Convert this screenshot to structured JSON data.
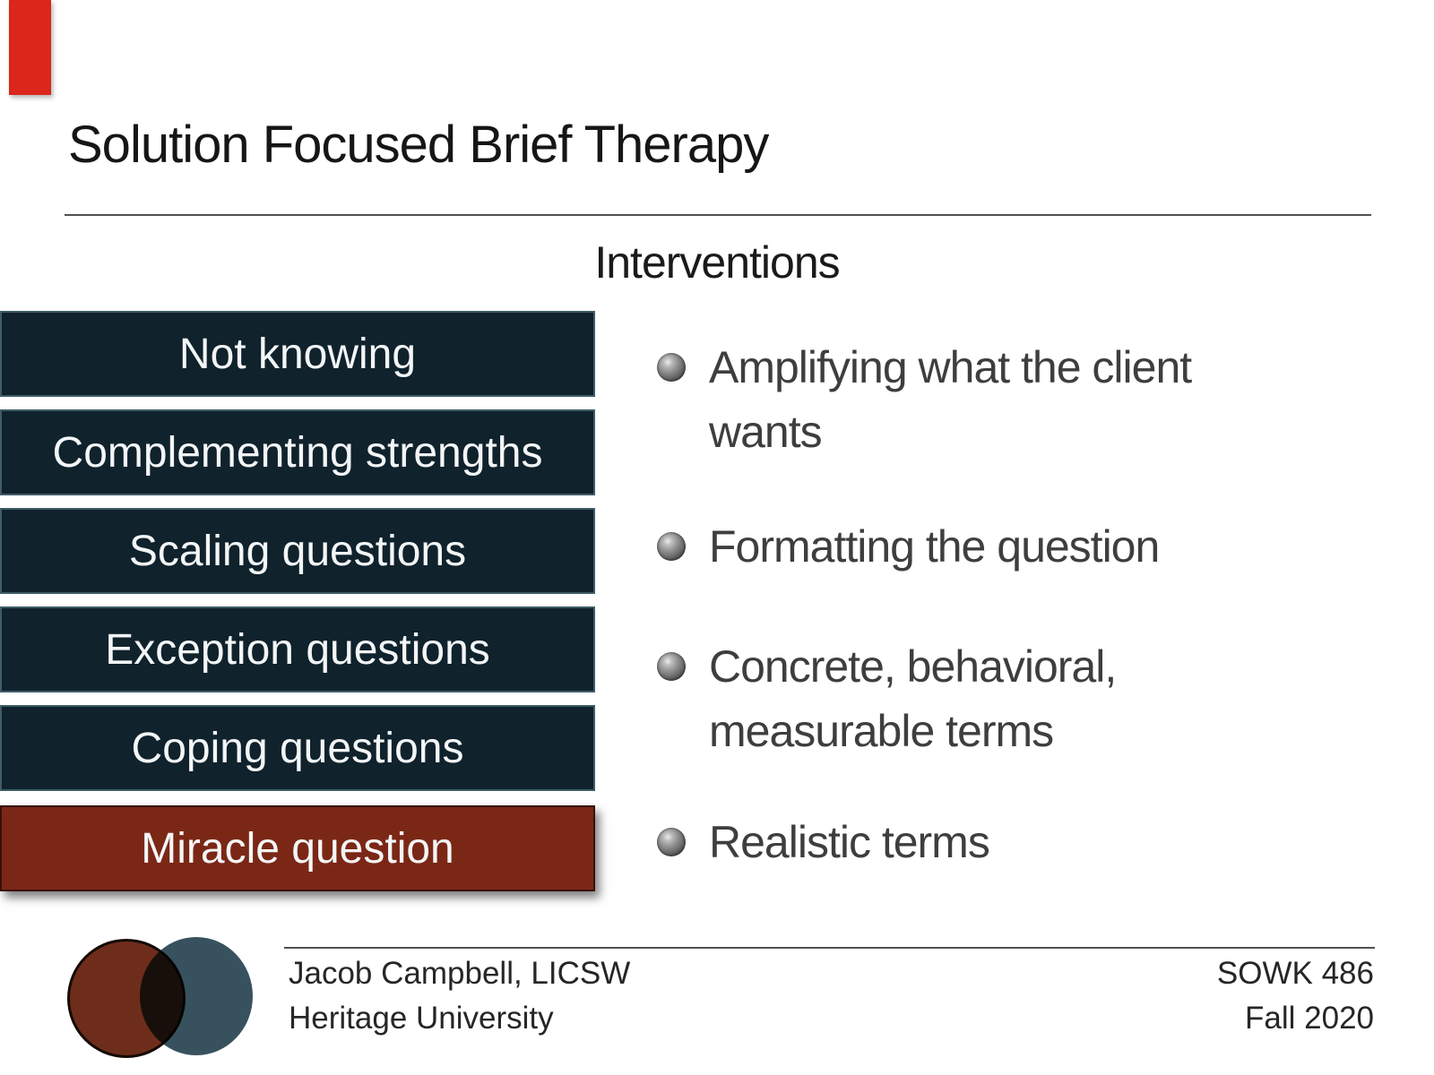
{
  "slide": {
    "title": "Solution Focused Brief Therapy",
    "section_heading": "Interventions",
    "technique_boxes": [
      {
        "label": "Not knowing",
        "variant": "navy"
      },
      {
        "label": "Complementing strengths",
        "variant": "navy"
      },
      {
        "label": "Scaling questions",
        "variant": "navy"
      },
      {
        "label": "Exception questions",
        "variant": "navy"
      },
      {
        "label": "Coping questions",
        "variant": "navy"
      },
      {
        "label": "Miracle question",
        "variant": "red"
      }
    ],
    "bullets": [
      {
        "icon": "sphere-bullet",
        "text": "Amplifying what the client\nwants"
      },
      {
        "icon": "sphere-bullet",
        "text": "Formatting the question"
      },
      {
        "icon": "sphere-bullet",
        "text": "Concrete, behavioral,\nmeasurable terms"
      },
      {
        "icon": "sphere-bullet",
        "text": "Realistic terms"
      }
    ],
    "footer": {
      "presenter_line1": "Jacob Campbell, LICSW",
      "presenter_line2": "Heritage University",
      "course_code": "SOWK 486",
      "term": "Fall 2020"
    },
    "colors": {
      "accent_red": "#da261b",
      "box_navy": "#10222c",
      "box_red": "#7b2716",
      "logo_red": "#6e2d1b",
      "logo_teal": "#2e4b57",
      "rule_gray": "#515151"
    }
  }
}
